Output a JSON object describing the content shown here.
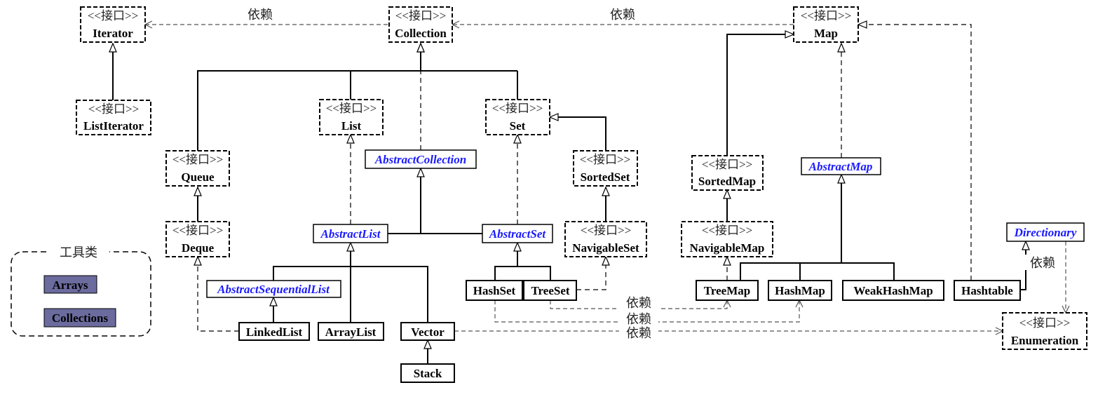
{
  "stereotype": "<<接口>>",
  "dependency_label": "依赖",
  "interfaces": {
    "iterator": "Iterator",
    "list_iterator": "ListIterator",
    "collection": "Collection",
    "map": "Map",
    "list": "List",
    "set": "Set",
    "queue": "Queue",
    "deque": "Deque",
    "sorted_set": "SortedSet",
    "navigable_set": "NavigableSet",
    "sorted_map": "SortedMap",
    "navigable_map": "NavigableMap",
    "enumeration": "Enumeration"
  },
  "abstract_classes": {
    "abstract_collection": "AbstractCollection",
    "abstract_list": "AbstractList",
    "abstract_set": "AbstractSet",
    "abstract_sequential_list": "AbstractSequentialList",
    "abstract_map": "AbstractMap",
    "dictionary": "Directionary"
  },
  "classes": {
    "linked_list": "LinkedList",
    "array_list": "ArrayList",
    "vector": "Vector",
    "stack": "Stack",
    "hash_set": "HashSet",
    "tree_set": "TreeSet",
    "tree_map": "TreeMap",
    "hash_map": "HashMap",
    "weak_hash_map": "WeakHashMap",
    "hashtable": "Hashtable"
  },
  "utility_group": {
    "title": "工具类",
    "items": [
      "Arrays",
      "Collections"
    ]
  },
  "colors": {
    "abstract_text": "#1a1aff",
    "utility_fill": "#6b6b9e",
    "line": "#000000",
    "dependency_line": "#555555"
  }
}
